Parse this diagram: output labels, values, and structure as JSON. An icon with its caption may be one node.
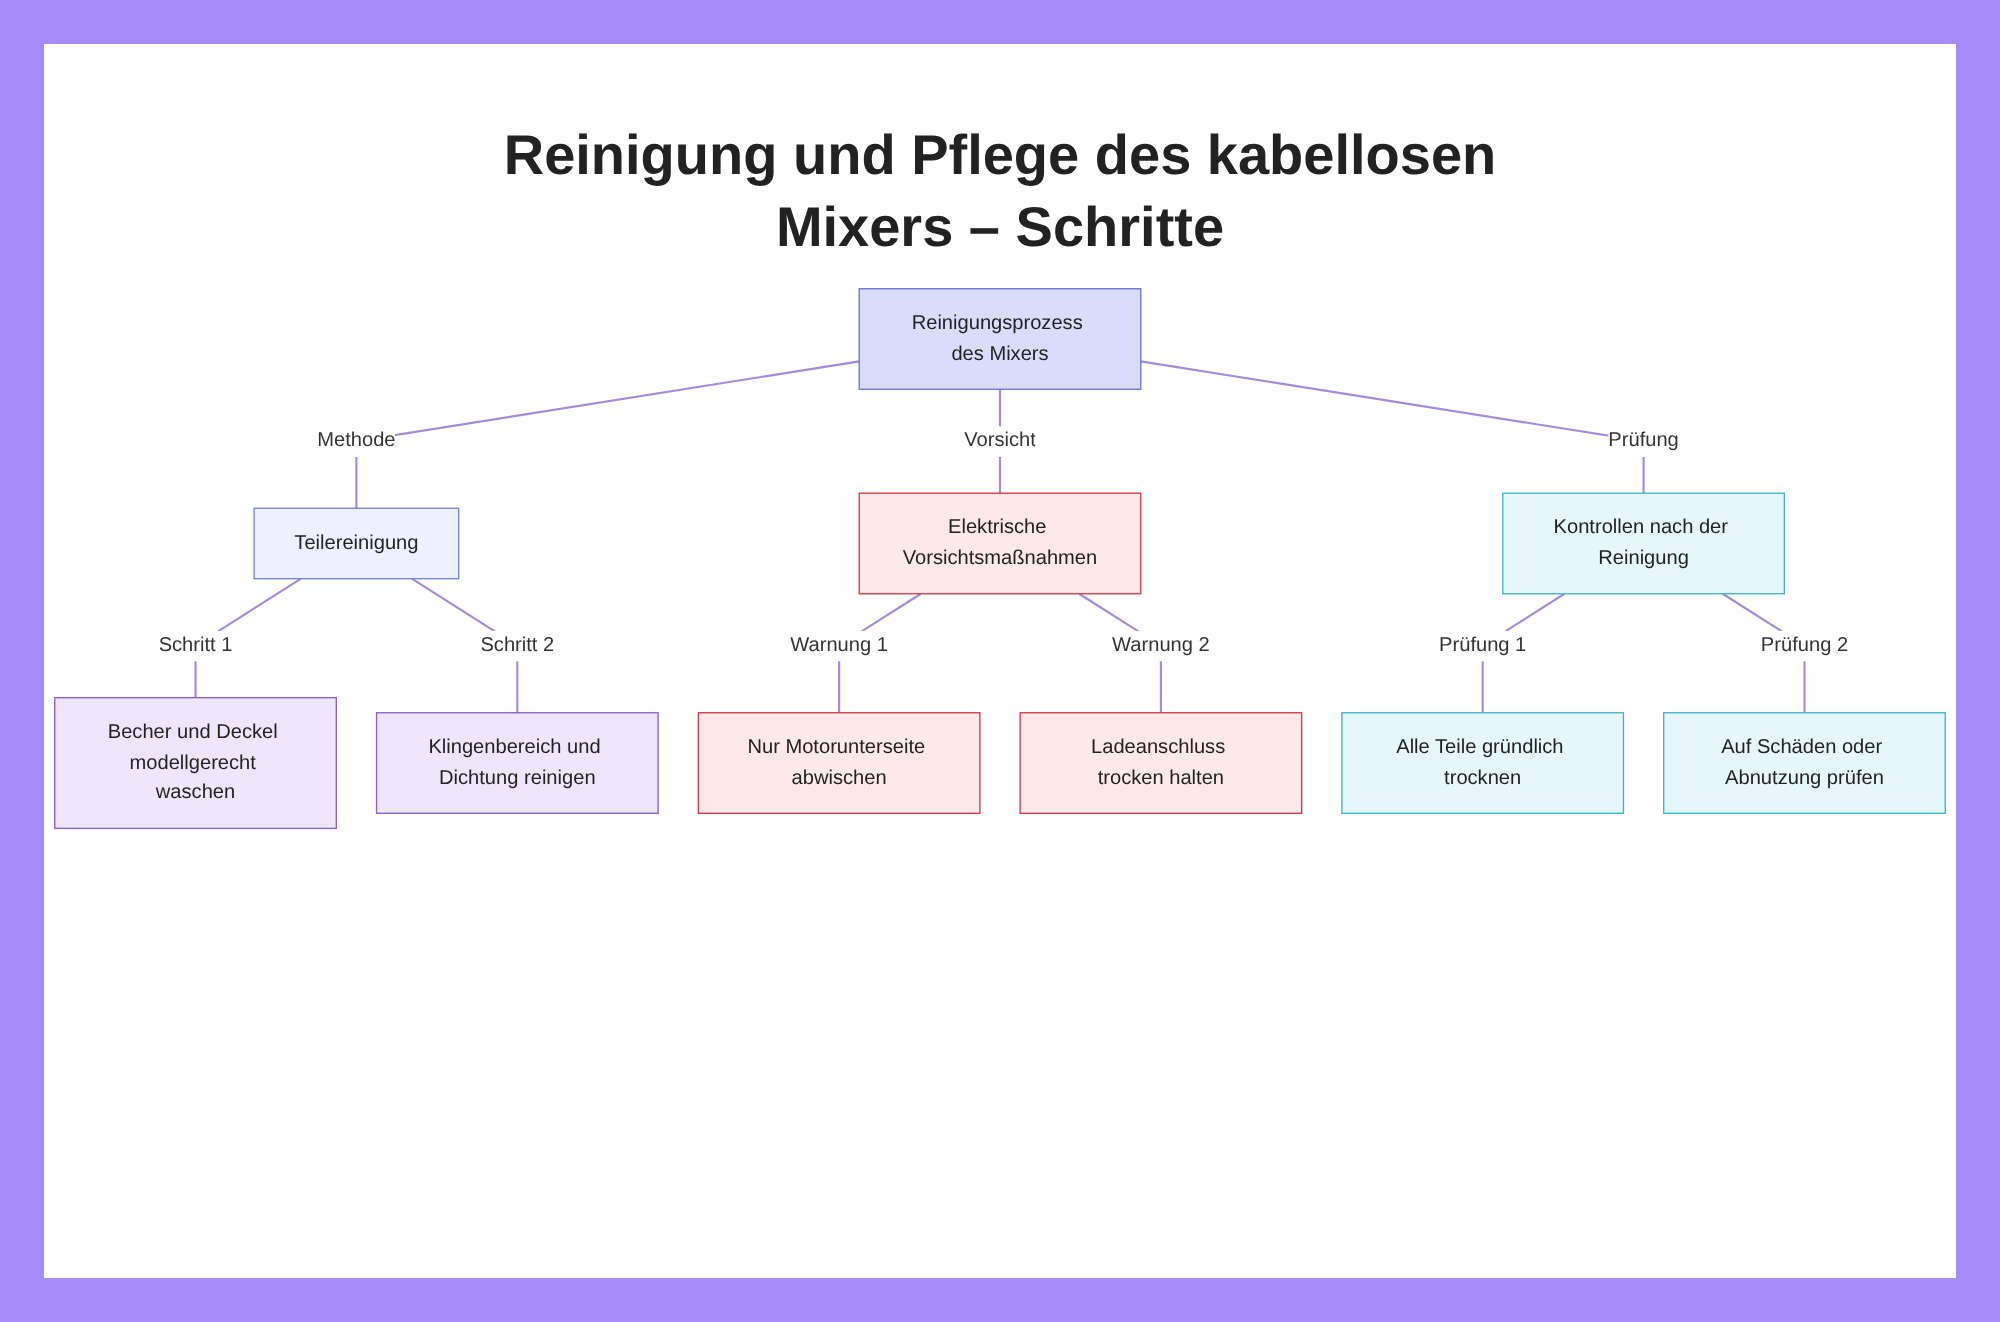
{
  "diagram": {
    "title": "Reinigung und Pflege des kabellosen Mixers – Schritte",
    "nodes": [
      {
        "text": [
          "Reinigungsprozess des Mixers"
        ]
      },
      {
        "text": [
          "Teilereinigung"
        ]
      },
      {
        "text": [
          "Elektrische Vorsichtsmaßnahmen"
        ]
      },
      {
        "text": [
          "Kontrollen nach der Reinigung"
        ]
      },
      {
        "text": [
          "Becher und Deckel modellgerecht waschen"
        ]
      },
      {
        "text": [
          "Klingenbereich und Dichtung reinigen"
        ]
      },
      {
        "text": [
          "Nur Motorunterseite abwischen"
        ]
      },
      {
        "text": [
          "Ladeanschluss trocken halten"
        ]
      },
      {
        "text": [
          "Alle Teile gründlich trocknen"
        ]
      },
      {
        "text": [
          "Auf Schäden oder Abnutzung prüfen"
        ]
      }
    ],
    "edges": [
      {
        "from": 0,
        "to": 1,
        "arrow": "none",
        "label": "Methode"
      },
      {
        "from": 0,
        "to": 2,
        "arrow": "none",
        "label": "Vorsicht"
      },
      {
        "from": 0,
        "to": 3,
        "arrow": "none",
        "label": "Prüfung"
      },
      {
        "from": 1,
        "to": 4,
        "arrow": "none",
        "label": "Schritt 1"
      },
      {
        "from": 1,
        "to": 5,
        "arrow": "none",
        "label": "Schritt 2"
      },
      {
        "from": 2,
        "to": 6,
        "arrow": "none",
        "label": "Warnung 1"
      },
      {
        "from": 2,
        "to": 7,
        "arrow": "none",
        "label": "Warnung 2"
      },
      {
        "from": 3,
        "to": 8,
        "arrow": "none",
        "label": "Prüfung 1"
      },
      {
        "from": 3,
        "to": 9,
        "arrow": "none",
        "label": "Prüfung 2"
      }
    ]
  }
}
